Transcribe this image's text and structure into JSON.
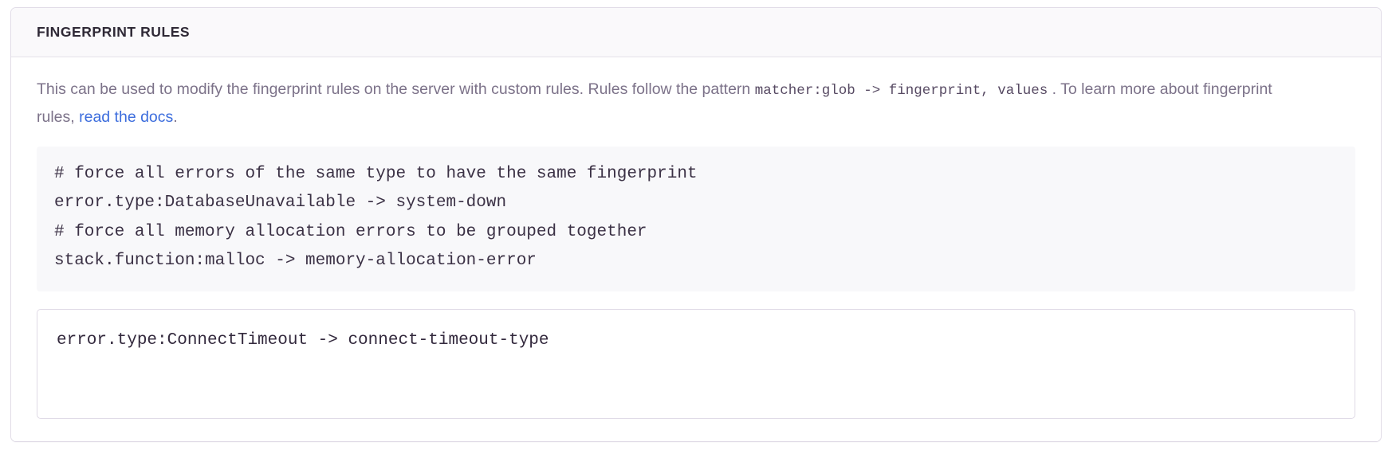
{
  "panel": {
    "title": "FINGERPRINT RULES",
    "description": {
      "text_before_code1": "This can be used to modify the fingerprint rules on the server with custom rules. Rules follow the pattern ",
      "code1": "matcher:glob -> fingerprint, values",
      "text_between": " . To learn more about fingerprint rules, ",
      "link_label": "read the docs",
      "text_after": "."
    },
    "example_rules": [
      "# force all errors of the same type to have the same fingerprint",
      "error.type:DatabaseUnavailable -> system-down",
      "# force all memory allocation errors to be grouped together",
      "stack.function:malloc -> memory-allocation-error"
    ],
    "rules_input": {
      "value": "error.type:ConnectTimeout -> connect-timeout-type",
      "placeholder": ""
    }
  },
  "colors": {
    "panel_border": "#e1dce7",
    "header_bg": "#faf9fb",
    "title_text": "#2f2936",
    "body_text": "#7c7289",
    "link": "#3c6ddd",
    "code_bg": "#f8f8fa",
    "code_text": "#3b3145",
    "input_border": "#dfdae6"
  }
}
